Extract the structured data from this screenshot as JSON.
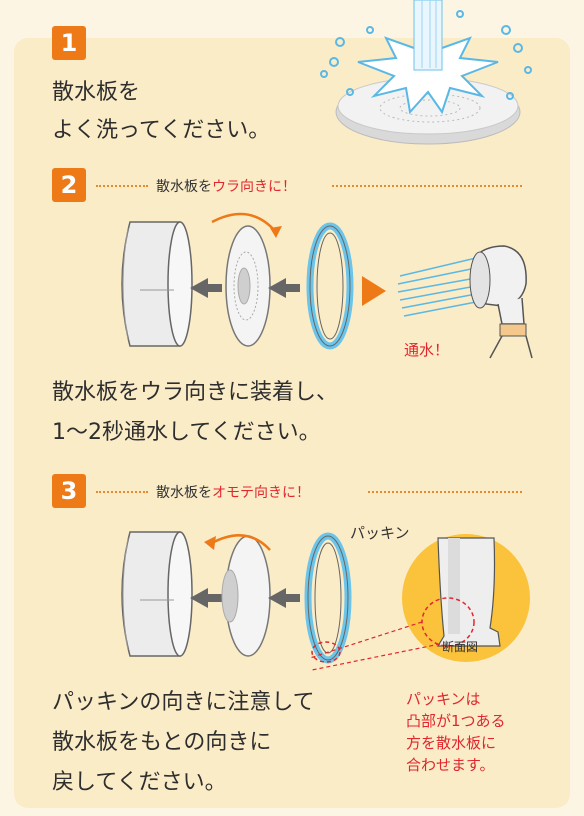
{
  "step1": {
    "number": "1",
    "line1": "散水板を",
    "line2": "よく洗ってください。"
  },
  "step2": {
    "number": "2",
    "heading_pre": "散水板を",
    "heading_red": "ウラ向きに！",
    "flow_label": "通水！",
    "line1": "散水板をウラ向きに装着し、",
    "line2": "1〜2秒通水してください。"
  },
  "step3": {
    "number": "3",
    "heading_pre": "散水板を",
    "heading_red": "オモテ向きに！",
    "gasket_label": "パッキン",
    "section_label": "断面図",
    "line1": "パッキンの向きに注意して",
    "line2": "散水板をもとの向きに",
    "line3": "戻してください。",
    "note1": "パッキンは",
    "note2": "凸部が1つある",
    "note3": "方を散水板に",
    "note4": "合わせます。"
  },
  "colors": {
    "accent": "#ee7a17",
    "red": "#e1262e",
    "panel": "#fbecc8",
    "background": "#fdf5e3",
    "water": "#7cc6e8",
    "circle": "#fbc23b"
  },
  "icons": [
    "water-splash-icon",
    "arrow-left-icon",
    "rotate-arrow-icon",
    "play-triangle-icon",
    "shower-head-icon"
  ]
}
